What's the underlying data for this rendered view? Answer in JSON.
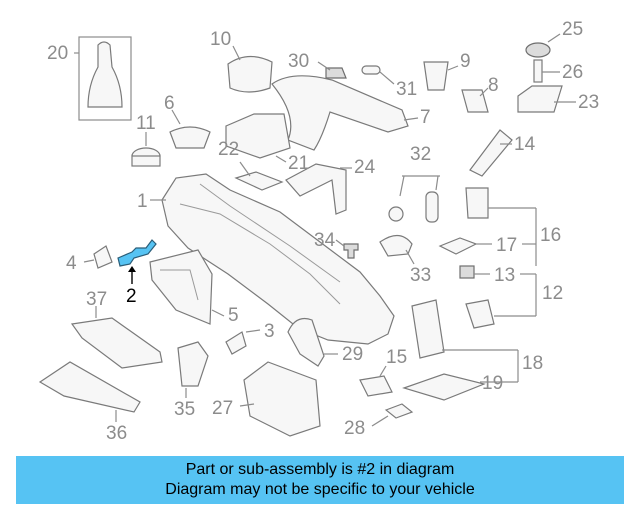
{
  "callouts": [
    {
      "label": "1"
    },
    {
      "label": "2"
    },
    {
      "label": "3"
    },
    {
      "label": "4"
    },
    {
      "label": "5"
    },
    {
      "label": "6"
    },
    {
      "label": "7"
    },
    {
      "label": "8"
    },
    {
      "label": "9"
    },
    {
      "label": "10"
    },
    {
      "label": "11"
    },
    {
      "label": "12"
    },
    {
      "label": "13"
    },
    {
      "label": "14"
    },
    {
      "label": "15"
    },
    {
      "label": "16"
    },
    {
      "label": "17"
    },
    {
      "label": "18"
    },
    {
      "label": "19"
    },
    {
      "label": "20"
    },
    {
      "label": "21"
    },
    {
      "label": "22"
    },
    {
      "label": "23"
    },
    {
      "label": "24"
    },
    {
      "label": "25"
    },
    {
      "label": "26"
    },
    {
      "label": "27"
    },
    {
      "label": "28"
    },
    {
      "label": "29"
    },
    {
      "label": "30"
    },
    {
      "label": "31"
    },
    {
      "label": "32"
    },
    {
      "label": "33"
    },
    {
      "label": "34"
    },
    {
      "label": "35"
    },
    {
      "label": "36"
    },
    {
      "label": "37"
    }
  ],
  "highlight_color": "#56c3f3",
  "banner": {
    "line1": "Part or sub-assembly is #2 in diagram",
    "line2": "Diagram may not be specific to your vehicle",
    "color": "#56c3f3"
  }
}
